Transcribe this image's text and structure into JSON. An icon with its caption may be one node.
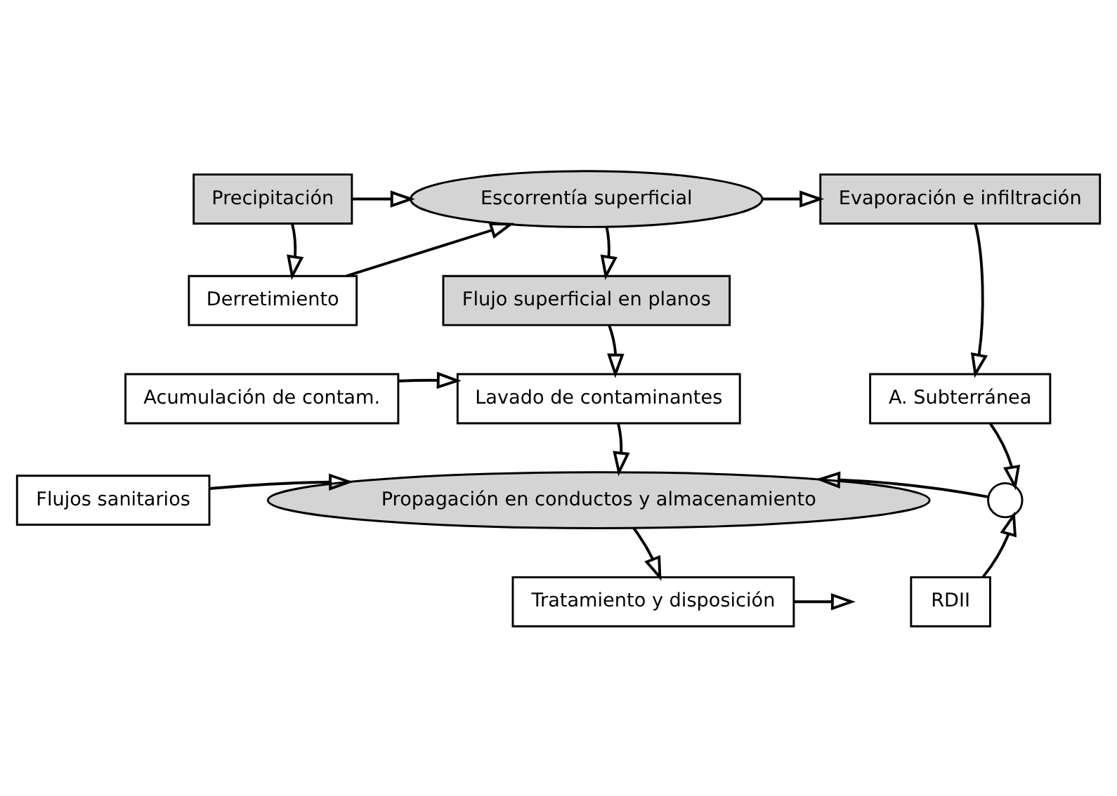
{
  "diagram": {
    "nodes": [
      {
        "text": [
          "Precipitación"
        ]
      },
      {
        "text": [
          "Escorrentía superficial"
        ]
      },
      {
        "text": [
          "Evaporación e infiltración"
        ]
      },
      {
        "text": [
          "Derretimiento"
        ]
      },
      {
        "text": [
          "Flujo superficial en planos"
        ]
      },
      {
        "text": [
          "Acumulación de contam."
        ]
      },
      {
        "text": [
          "Lavado de contaminantes"
        ]
      },
      {
        "text": [
          "A. Subterránea"
        ]
      },
      {
        "text": [
          "Flujos sanitarios"
        ]
      },
      {
        "text": [
          "Propagación en conductos y almacenamiento"
        ]
      },
      {
        "text": [],
        "shape": "circle"
      },
      {
        "text": [
          "RDII"
        ]
      },
      {
        "text": [
          "Tratamiento y disposición"
        ]
      }
    ],
    "edges": [
      {
        "from": 0,
        "to": 1,
        "arrow": "to"
      },
      {
        "from": 0,
        "to": 3,
        "arrow": "to"
      },
      {
        "from": 3,
        "to": 1,
        "arrow": "to"
      },
      {
        "from": 1,
        "to": 2,
        "arrow": "to"
      },
      {
        "from": 1,
        "to": 4,
        "arrow": "to"
      },
      {
        "from": 2,
        "to": 7,
        "arrow": "to"
      },
      {
        "from": 4,
        "to": 6,
        "arrow": "to"
      },
      {
        "from": 5,
        "to": 6,
        "arrow": "to"
      },
      {
        "from": 6,
        "to": 9,
        "arrow": "to"
      },
      {
        "from": 8,
        "to": 9,
        "arrow": "to"
      },
      {
        "from": 7,
        "to": 10,
        "arrow": "to"
      },
      {
        "from": 11,
        "to": 10,
        "arrow": "to"
      },
      {
        "from": 10,
        "to": 9,
        "arrow": "to"
      },
      {
        "from": 9,
        "to": 12,
        "arrow": "to"
      },
      {
        "from": 12,
        "to": null,
        "arrow": "to"
      }
    ]
  }
}
